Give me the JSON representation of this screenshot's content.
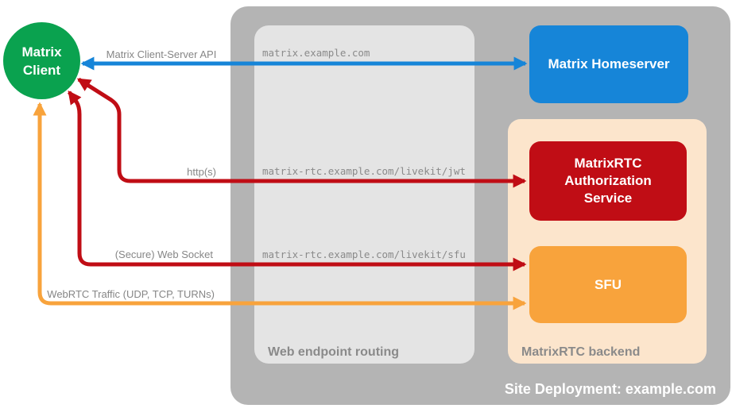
{
  "colors": {
    "green": "#0aa24f",
    "blue": "#1685d8",
    "red": "#c00d15",
    "orange": "#f8a33c",
    "peach": "#fce5cc",
    "outer_gray": "#b4b4b4",
    "inner_gray": "#e4e4e4",
    "label_gray": "#8a8a8a"
  },
  "client": {
    "line1": "Matrix",
    "line2": "Client"
  },
  "deployment": {
    "title": "Site Deployment: example.com",
    "routing_label": "Web endpoint routing",
    "backend_label": "MatrixRTC backend"
  },
  "nodes": {
    "homeserver": "Matrix Homeserver",
    "auth_service": "MatrixRTC Authorization Service",
    "sfu": "SFU"
  },
  "arrows": [
    {
      "name": "matrix-client-server-api",
      "label": "Matrix Client-Server API",
      "endpoint": "matrix.example.com",
      "color": "#1685d8",
      "bidirectional": true
    },
    {
      "name": "https-jwt",
      "label": "http(s)",
      "endpoint": "matrix-rtc.example.com/livekit/jwt",
      "color": "#c00d15",
      "bidirectional": true
    },
    {
      "name": "secure-web-socket",
      "label": "(Secure) Web Socket",
      "endpoint": "matrix-rtc.example.com/livekit/sfu",
      "color": "#c00d15",
      "bidirectional": true
    },
    {
      "name": "webrtc-traffic",
      "label": "WebRTC Traffic (UDP, TCP, TURNs)",
      "endpoint": "",
      "color": "#f8a33c",
      "bidirectional": true
    }
  ]
}
